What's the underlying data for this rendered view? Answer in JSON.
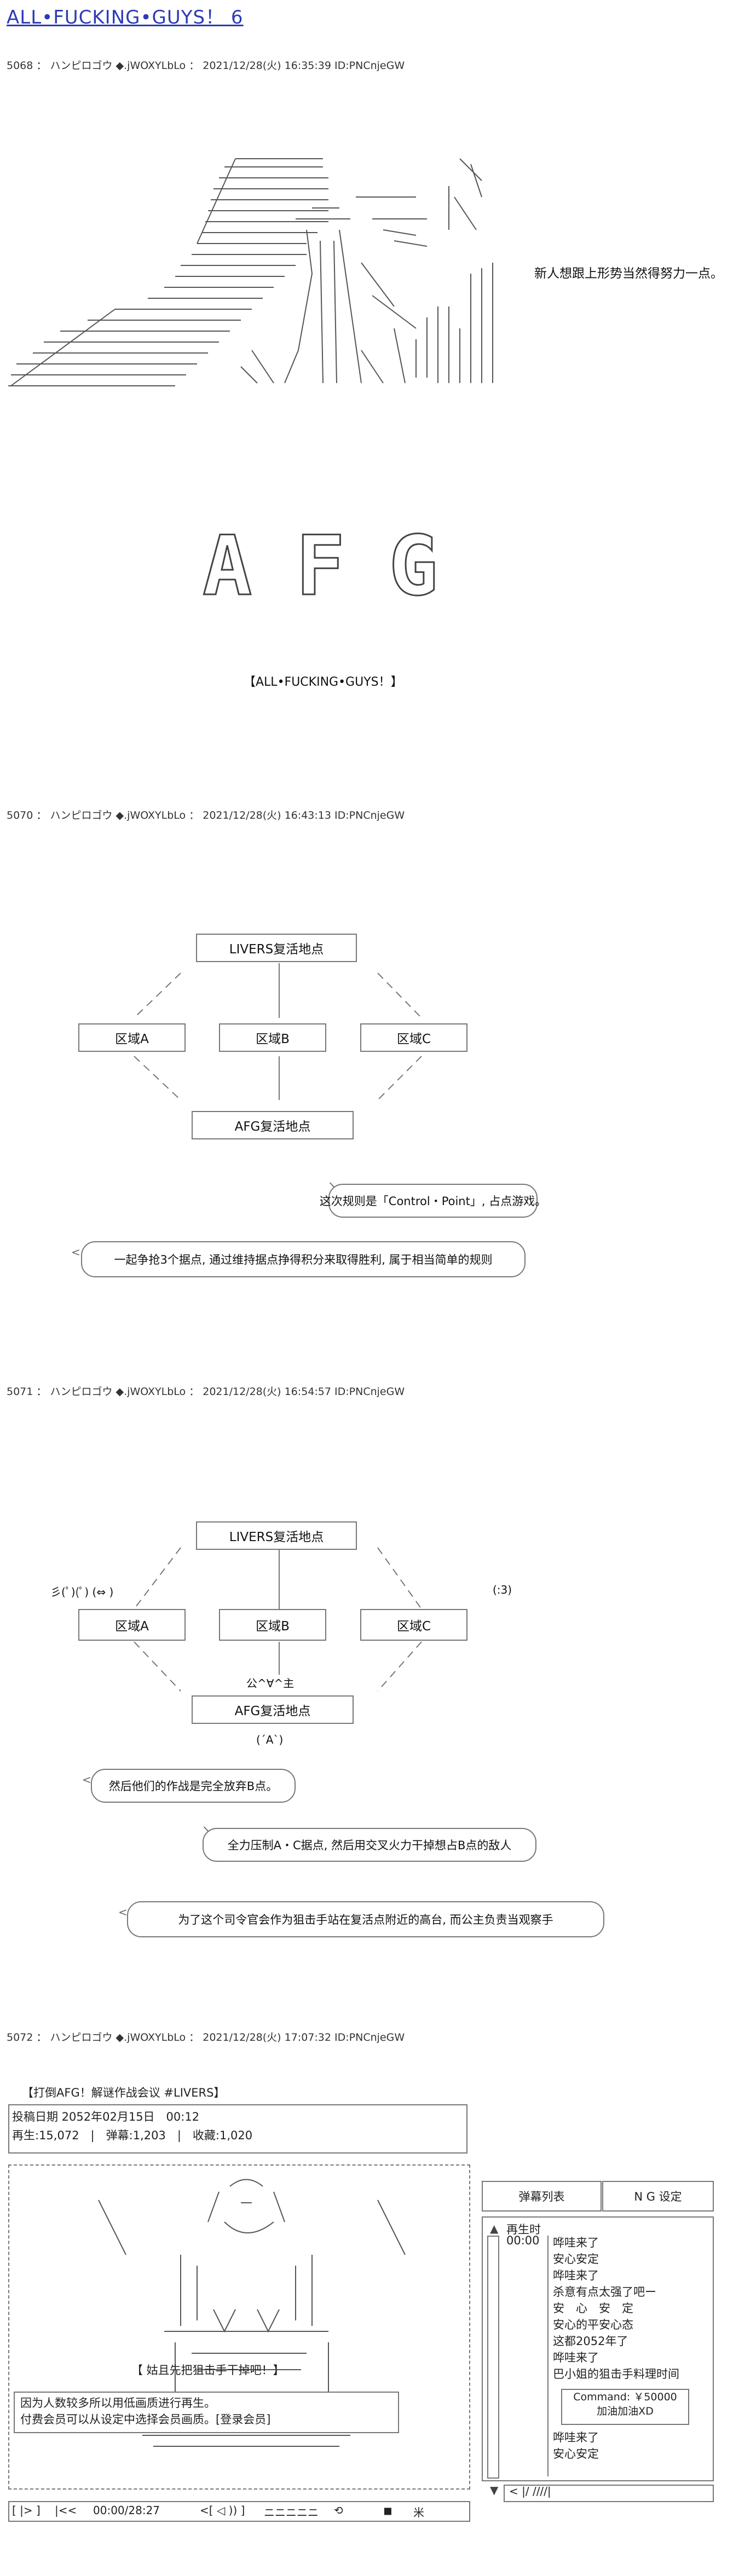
{
  "title": "ALL•FUCKING•GUYS！ 6",
  "posts": [
    {
      "number": "5068",
      "name": "ハンピロゴウ",
      "trip": "◆.jWOXYLbLo",
      "datetime": "2021/12/28(火) 16:35:39",
      "id": "ID:PNCnjeGW"
    },
    {
      "number": "5070",
      "name": "ハンピロゴウ",
      "trip": "◆.jWOXYLbLo",
      "datetime": "2021/12/28(火) 16:43:13",
      "id": "ID:PNCnjeGW"
    },
    {
      "number": "5071",
      "name": "ハンピロゴウ",
      "trip": "◆.jWOXYLbLo",
      "datetime": "2021/12/28(火) 16:54:57",
      "id": "ID:PNCnjeGW"
    },
    {
      "number": "5072",
      "name": "ハンピロゴウ",
      "trip": "◆.jWOXYLbLo",
      "datetime": "2021/12/28(火) 17:07:32",
      "id": "ID:PNCnjeGW"
    }
  ],
  "post1": {
    "side_note": "新人想跟上形势当然得努力一点。",
    "logo_letters": [
      "A",
      "F",
      "G"
    ],
    "caption": "【ALL•FUCKING•GUYS！】"
  },
  "post2": {
    "top_box": "LIVERS复活地点",
    "zone_a": "区域A",
    "zone_b": "区域B",
    "zone_c": "区域C",
    "bottom_box": "AFG复活地点",
    "bubble1": "这次规则是「Control・Point」, 占点游戏。",
    "bubble2": "一起争抢3个据点, 通过维持据点挣得积分来取得胜利, 属于相当简单的规则"
  },
  "post3": {
    "top_box": "LIVERS复活地点",
    "zone_a": "区域A",
    "zone_b": "区域B",
    "zone_c": "区域C",
    "bottom_box": "AFG复活地点",
    "left_face": "彡(ﾟ)(ﾟ) (⇔ )",
    "right_face": "(:3)",
    "center_face": "公^∀^主",
    "below_face": "(´A`)",
    "bubble1": "然后他们的作战是完全放弃B点。",
    "bubble2": "全力压制A・C据点, 然后用交叉火力干掉想占B点的敌人",
    "bubble3": "为了这个司令官会作为狙击手站在复活点附近的高台, 而公主负责当观察手"
  },
  "post4": {
    "video_title": "【打倒AFG！解谜作战会议 #LIVERS】",
    "post_date": "投稿日期 2052年02月15日　00:12",
    "stats": "再生:15,072　|　弹幕:1,203　|　收藏:1,020",
    "caption": "【 姑且先把狙击手干掉吧！】",
    "ad_line1": "因为人数较多所以用低画质进行再生。",
    "ad_line2": "付费会员可以从设定中选择会员画质。[登录会员]",
    "controls_left": "[ |> ]",
    "controls_prev": "|<<",
    "time": "00:00/28:27",
    "controls_right": "<[ ◁ )) ]",
    "progress_dashes": "ニニニニニ",
    "icon_buttons": [
      "⟲",
      "◼",
      "米"
    ],
    "tab_comments": "弹幕列表",
    "tab_ng": "N G 设定",
    "comment_header": "再生时",
    "first_time": "00:00",
    "comments": [
      "哗哇来了",
      "安心安定",
      "哗哇来了",
      "杀意有点太强了吧ー",
      "安　心　安　定",
      "安心的平安心态",
      "这都2052年了",
      "哗哇来了",
      "巴小姐的狙击手料理时间"
    ],
    "command_label": "Command: ￥50000",
    "command_text": "加油加油XD",
    "after_comments": [
      "哗哇来了",
      "安心安定"
    ],
    "scroll_ctrl": "< |/ ////| "
  }
}
